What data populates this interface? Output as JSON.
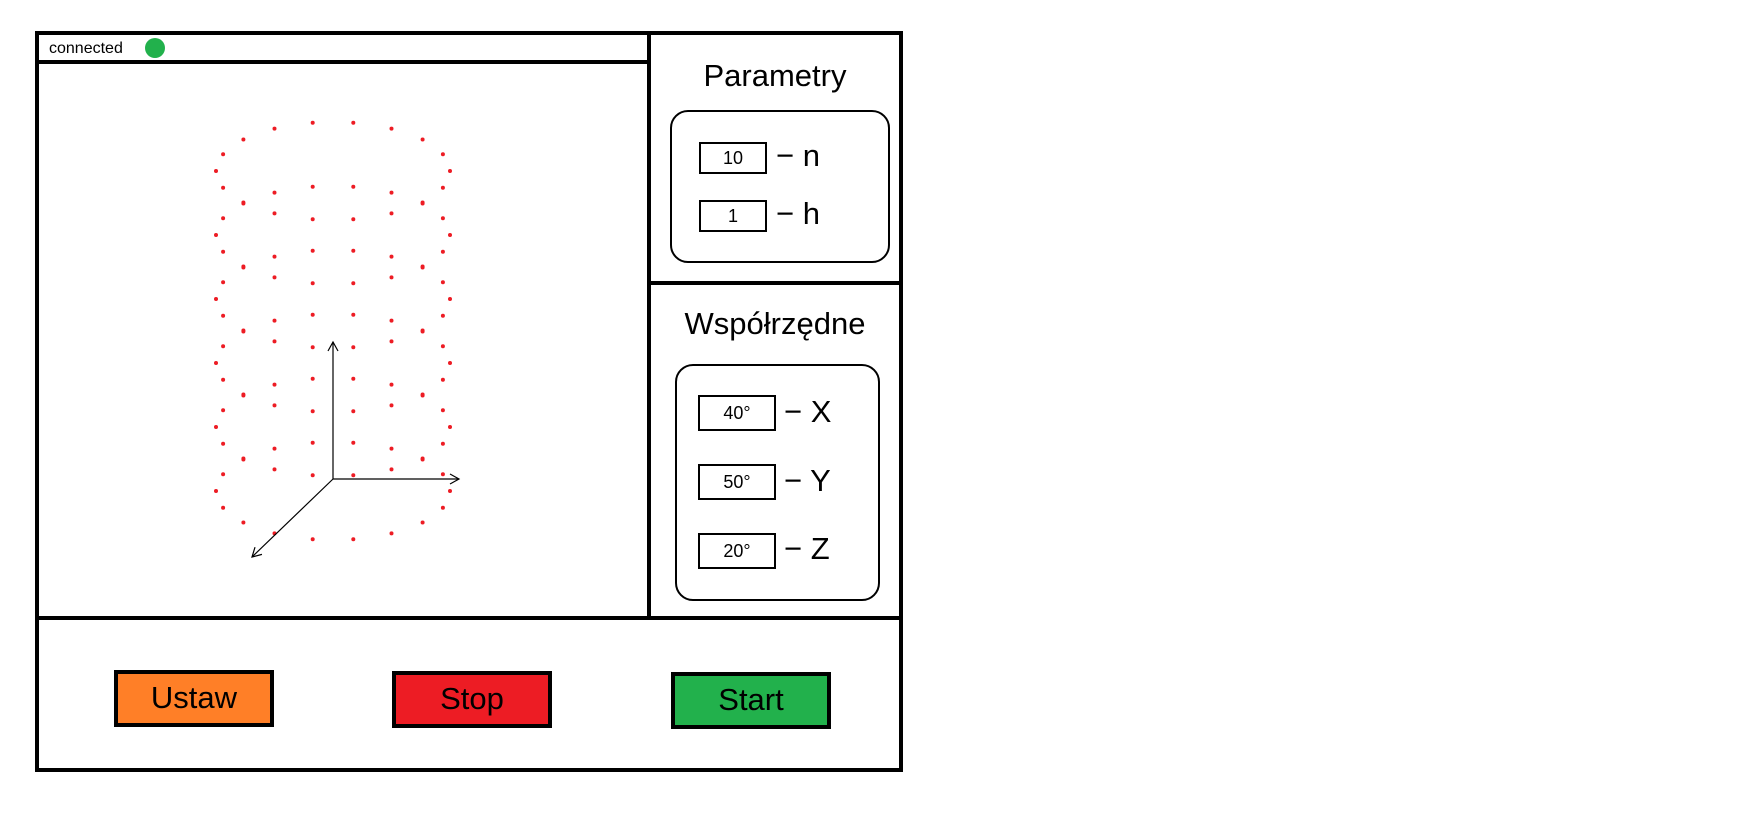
{
  "status": {
    "text": "connected",
    "indicator_color": "#22b14c"
  },
  "parametry": {
    "title": "Parametry",
    "fields": [
      {
        "value": "10",
        "label": "− n"
      },
      {
        "value": "1",
        "label": "− h"
      }
    ]
  },
  "wspolrzedne": {
    "title": "Współrzędne",
    "fields": [
      {
        "value": "40°",
        "label": "− X"
      },
      {
        "value": "50°",
        "label": "− Y"
      },
      {
        "value": "20°",
        "label": "− Z"
      }
    ]
  },
  "buttons": {
    "ustaw": {
      "label": "Ustaw",
      "color": "#ff7f27"
    },
    "stop": {
      "label": "Stop",
      "color": "#ed1c24"
    },
    "start": {
      "label": "Start",
      "color": "#22b14c"
    }
  },
  "point_cloud": {
    "color": "#ed1c24",
    "rings": 6,
    "points_per_ring": 18
  }
}
